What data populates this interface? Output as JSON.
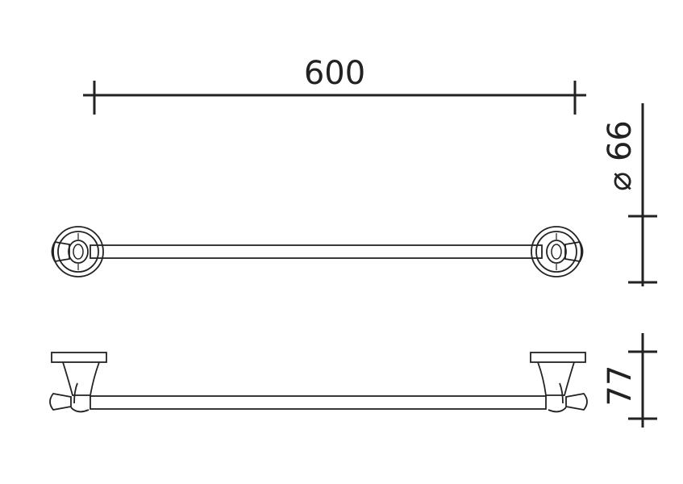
{
  "drawing": {
    "width_label": "600",
    "diameter_label": "⌀ 66",
    "depth_label": "77"
  },
  "colors": {
    "ink": "#222222",
    "background": "#ffffff"
  }
}
